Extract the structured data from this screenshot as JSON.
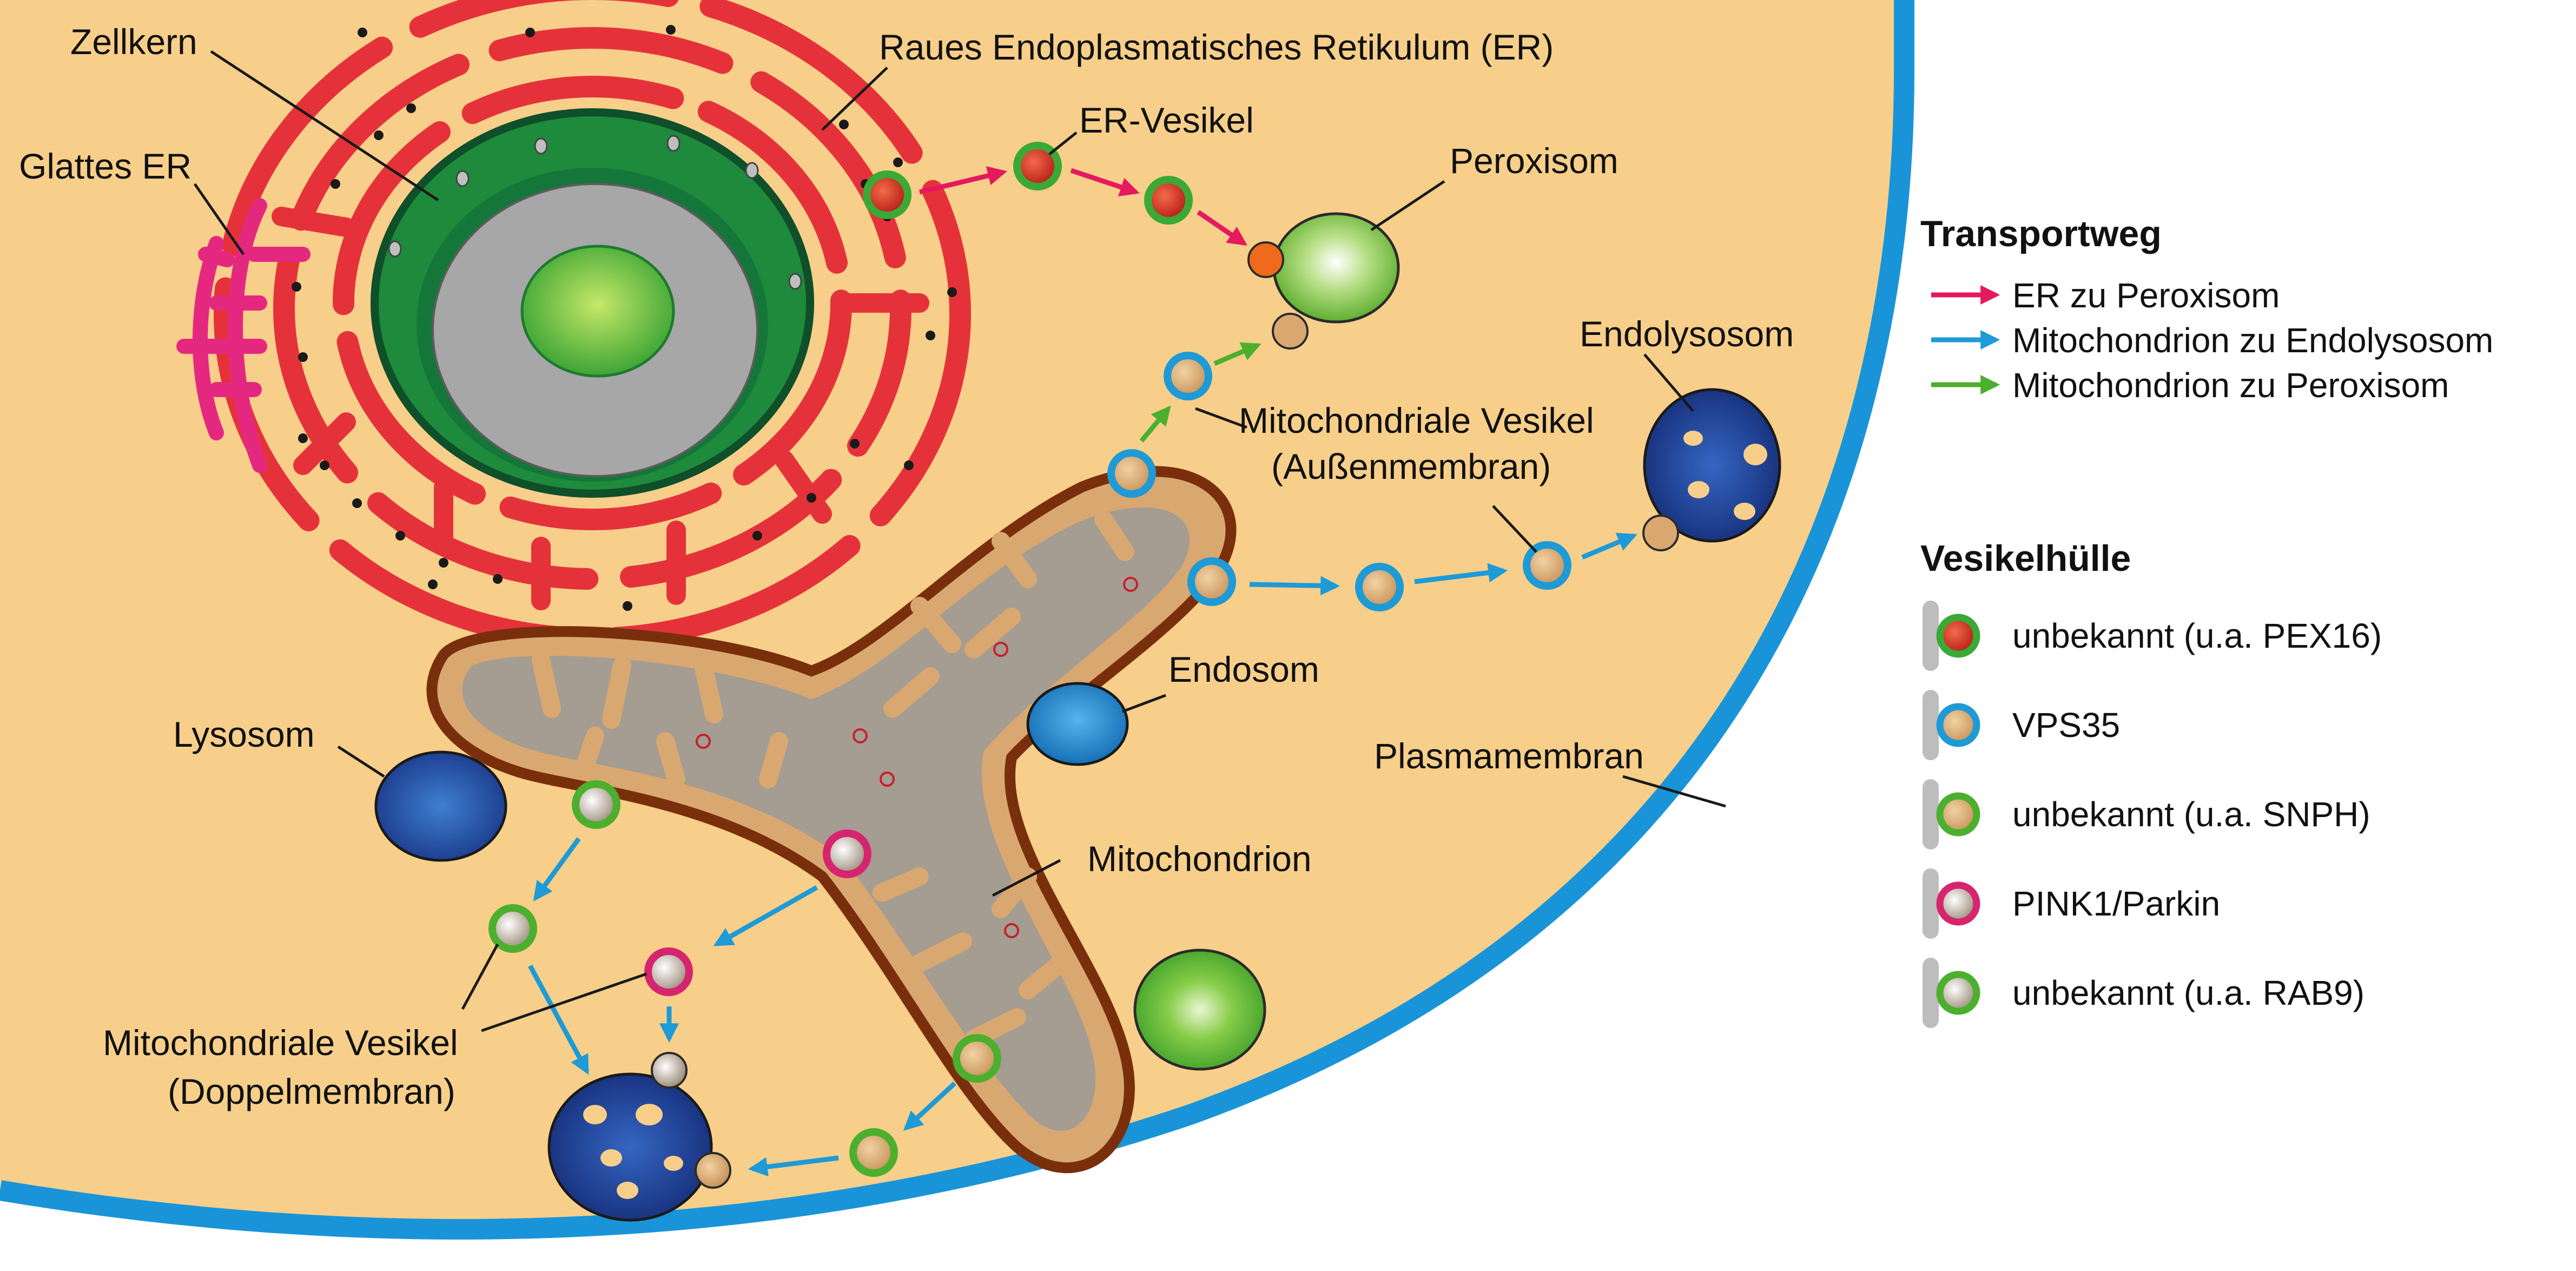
{
  "labels": {
    "nucleus": "Zellkern",
    "rough_er": "Raues Endoplasmatisches Retikulum (ER)",
    "smooth_er": "Glattes ER",
    "er_vesicle": "ER-Vesikel",
    "peroxisome": "Peroxisom",
    "endolysosome": "Endolysosom",
    "mdv_outer_line1": "Mitochondriale Vesikel",
    "mdv_outer_line2": "(Außenmembran)",
    "endosome": "Endosom",
    "lysosome": "Lysosom",
    "plasma_membrane": "Plasmamembran",
    "mitochondrion": "Mitochondrion",
    "mdv_double_line1": "Mitochondriale Vesikel",
    "mdv_double_line2": "(Doppelmembran)"
  },
  "legend": {
    "transport": {
      "title": "Transportweg",
      "items": [
        {
          "label": "ER zu Peroxisom",
          "color": "#e5195e"
        },
        {
          "label": "Mitochondrion zu Endolysosom",
          "color": "#1e9ad6"
        },
        {
          "label": "Mitochondrion zu Peroxisom",
          "color": "#4caf2e"
        }
      ]
    },
    "coat": {
      "title": "Vesikelhülle",
      "items": [
        {
          "label": "unbekannt (u.a. PEX16)",
          "ring": "#3aa935",
          "fill": "#d42a20"
        },
        {
          "label": "VPS35",
          "ring": "#1e9ad6",
          "fill": "#d9a870"
        },
        {
          "label": "unbekannt (u.a. SNPH)",
          "ring": "#4caf2e",
          "fill": "#d9a870"
        },
        {
          "label": "PINK1/Parkin",
          "ring": "#d6256e",
          "fill": "#b8a690"
        },
        {
          "label": "unbekannt (u.a. RAB9)",
          "ring": "#4caf2e",
          "fill": "#b8a690"
        }
      ]
    }
  },
  "colors": {
    "cytoplasm": "#f7cf8a",
    "plasma_membrane": "#1a94d8",
    "er": "#e5323a",
    "smooth_er": "#e5287f",
    "nuclear_envelope": "#1d8a3c",
    "nucleoplasm": "#a7a7a7",
    "nucleolus": "#4fb83b",
    "mito_outer": "#8b3a10",
    "mito_inner": "#d9a870",
    "mito_matrix": "#a59c92",
    "endolysosome": "#213c8f",
    "lysosome": "#1c4a9c",
    "endosome": "#1e7fc6",
    "peroxisome": "#7cc242"
  }
}
